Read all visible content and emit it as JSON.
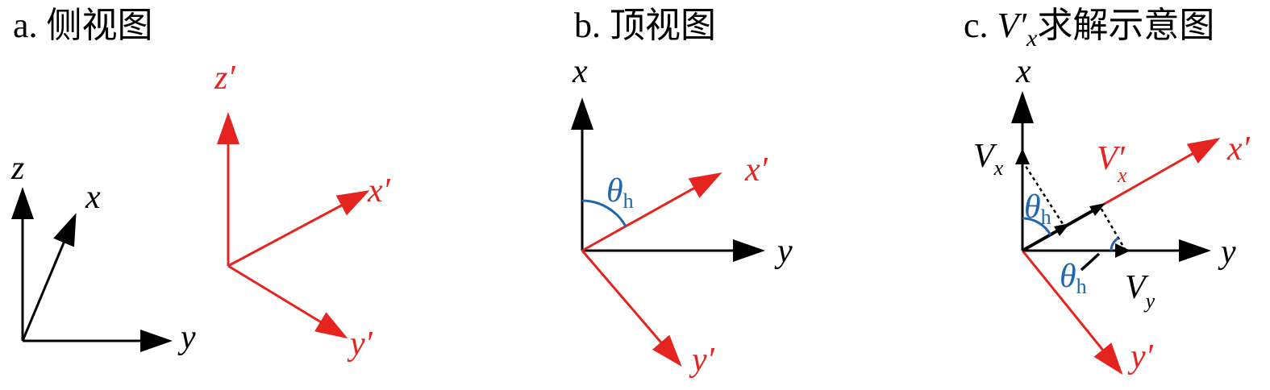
{
  "colors": {
    "reference": "#000000",
    "rotated": "#e52420",
    "angle": "#2167ad"
  },
  "panel_a": {
    "title": "a. 侧视图",
    "reference_axes": {
      "z": "z",
      "x": "x",
      "y": "y"
    },
    "rotated_axes": {
      "z": "z′",
      "x": "x′",
      "y": "y′"
    }
  },
  "panel_b": {
    "title": "b. 顶视图",
    "reference_axes": {
      "x": "x",
      "y": "y"
    },
    "rotated_axes": {
      "x": "x′",
      "y": "y′"
    },
    "angle": {
      "symbol": "θ",
      "subscript": "h"
    }
  },
  "panel_c": {
    "title": {
      "prefix": "c. ",
      "symbol": "V′",
      "subscript": "x",
      "suffix": "求解示意图"
    },
    "reference_axes": {
      "x": "x",
      "y": "y"
    },
    "rotated_axes": {
      "x": "x′",
      "y": "y′"
    },
    "angle": {
      "symbol": "θ",
      "subscript": "h"
    },
    "components": {
      "vx": {
        "symbol": "V",
        "subscript": "x"
      },
      "vy": {
        "symbol": "V",
        "subscript": "y"
      },
      "vx_prime": {
        "symbol": "V′",
        "subscript": "x"
      }
    }
  }
}
